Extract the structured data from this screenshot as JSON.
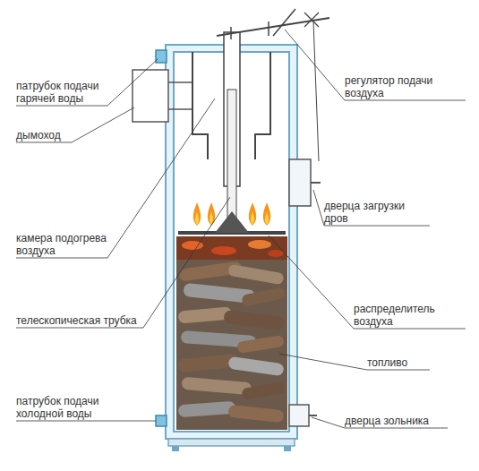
{
  "diagram": {
    "labels": [
      "патрубок подачи гарячей воды",
      "дымоход",
      "камера подогрева воздуха",
      "телескопическая трубка",
      "патрубок подачи холодной воды",
      "регулятор подачи воздуха",
      "дверца загрузки дров",
      "распределитель воздуха",
      "топливо",
      "дверца зольника"
    ]
  }
}
